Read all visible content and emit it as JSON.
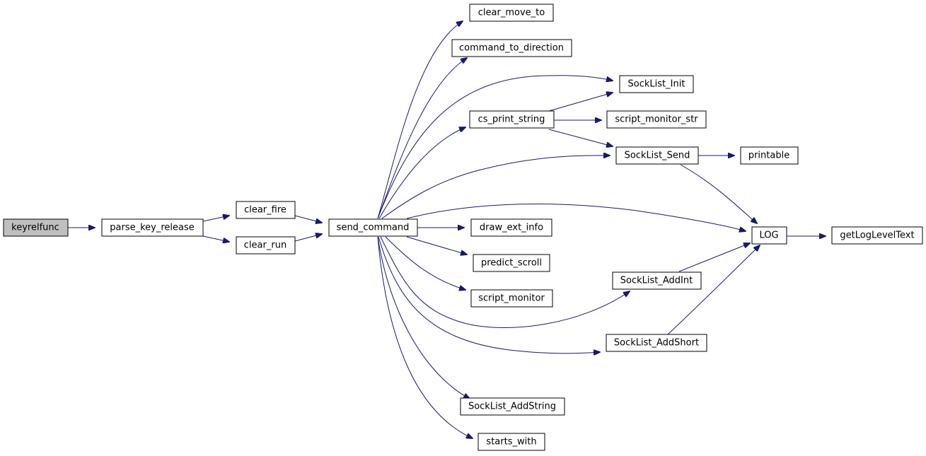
{
  "nodes": {
    "keyrelfunc": "keyrelfunc",
    "parse_key_release": "parse_key_release",
    "clear_fire": "clear_fire",
    "clear_run": "clear_run",
    "send_command": "send_command",
    "clear_move_to": "clear_move_to",
    "command_to_direction": "command_to_direction",
    "SockList_Init": "SockList_Init",
    "cs_print_string": "cs_print_string",
    "script_monitor_str": "script_monitor_str",
    "SockList_Send": "SockList_Send",
    "printable": "printable",
    "LOG": "LOG",
    "getLogLevelText": "getLogLevelText",
    "draw_ext_info": "draw_ext_info",
    "predict_scroll": "predict_scroll",
    "script_monitor": "script_monitor",
    "SockList_AddInt": "SockList_AddInt",
    "SockList_AddShort": "SockList_AddShort",
    "SockList_AddString": "SockList_AddString",
    "starts_with": "starts_with"
  },
  "colors": {
    "edge": "#191970",
    "root_fill": "#bfbfbf",
    "node_fill": "#ffffff",
    "node_border": "#000000"
  }
}
